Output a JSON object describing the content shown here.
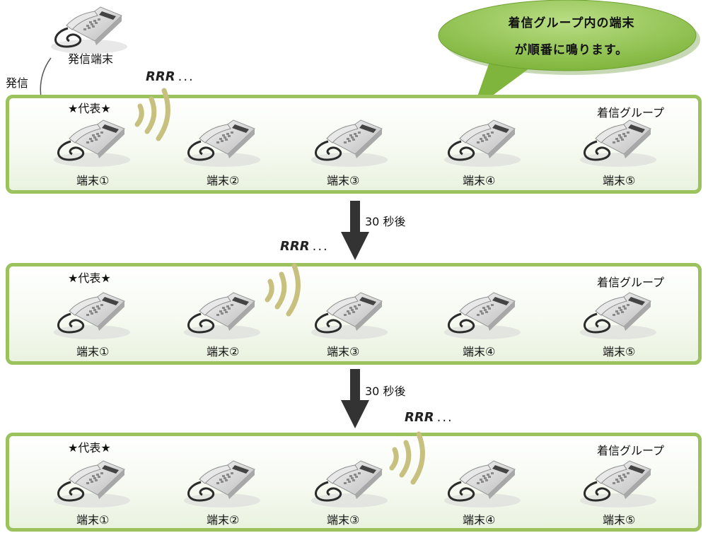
{
  "callout": {
    "line1": "着信グループ内の端末",
    "line2": "が順番に鳴ります。"
  },
  "caller": {
    "label": "発信端末",
    "action": "発信"
  },
  "rrr": {
    "text": "RRR",
    "dots": "..."
  },
  "representative": "★代表★",
  "group_label": "着信グループ",
  "terminals": [
    "端末①",
    "端末②",
    "端末③",
    "端末④",
    "端末⑤"
  ],
  "step_label": "30 秒後",
  "ringing_terminal_per_step": [
    1,
    2,
    3
  ],
  "colors": {
    "group_border": "#9bc25d",
    "callout_fill": "#8bc34a",
    "ring_wave": "#c7c07e",
    "arrow": "#333333"
  }
}
